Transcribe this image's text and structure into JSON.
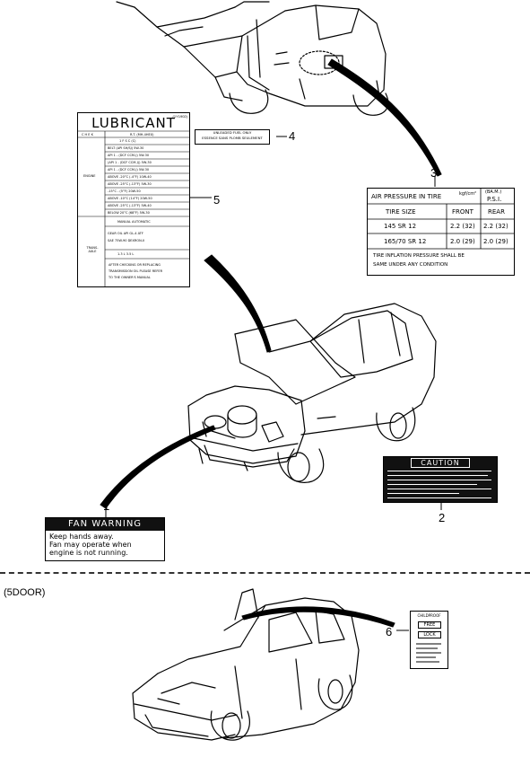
{
  "callouts": {
    "c1": "1",
    "c2": "2",
    "c3": "3",
    "c4": "4",
    "c5": "5",
    "c6": "6"
  },
  "section_label": "(5DOOR)",
  "lubricant_label": {
    "title": "LUBRICANT",
    "code": "(1Y1902)",
    "header_left": "C H E K",
    "header_right": "R.T.  (MH-4HEX)",
    "engine_label": "ENGINE",
    "trans_label": "TRANS- AXLE",
    "rows": [
      "1  F  S  C  (C)",
      "BELT  (API  SH/SJ)       5W-30",
      "API  1  -  (DCF  CCM-J)   5W-30",
      "(API  1  -  (DCF  CCM-J))  5W-30",
      "API  1  -  (DCF  CCM-J)  5W-30",
      "ABOVE  -20°C  (-4°F)      10W-40",
      "ABOVE  -25°C  (-13°F)    5W-30",
      "-15°C  -  (5°F)          20W-50",
      "ABOVE  -10°C  (14°F)     20W-50",
      "ABOVE  -25°C  (-13°F)    5W-40",
      "BELOW  20°C  (68°F)      5W-30",
      "MANUAL           AUTOMATIC",
      "GEAR  OIL  API  GL-4     ATF",
      "SAE  75W-90      DEXRON-II",
      "1.3  L           3.5  L",
      "AFTER  CHECKING  OR  REPLACING",
      "TRANSMISSION  OIL  PLEASE  REFER",
      "TO  THE  OWNER'S  MANUAL"
    ]
  },
  "fuel_label": {
    "line1": "UNLEADED FUEL ONLY",
    "line2": "ESSENCE SANS PLOMB SEULEMENT"
  },
  "air_pressure_label": {
    "title": "AIR  PRESSURE   IN  TIRE",
    "unit_top": "kgf/cm²",
    "unit_right": "(BA.M.)",
    "unit_psi": "P.S.I.",
    "col_size": "TIRE   SIZE",
    "col_front": "FRONT",
    "col_rear": "REAR",
    "row1_size": "145   SR  12",
    "row1_front": "2.2 (32)",
    "row1_rear": "2.2 (32)",
    "row2_size": "165/70  SR 12",
    "row2_front": "2.0 (29)",
    "row2_rear": "2.0 (29)",
    "footer1": "TIRE  INFLATION   PRESSURE   SHALL   BE",
    "footer2": "SAME    UNDER    ANY   CONDITION"
  },
  "fan_warning_label": {
    "title": "FAN  WARNING",
    "line1": "Keep  hands  away.",
    "line2": "Fan  may  operate  when",
    "line3": "engine  is  not  running."
  },
  "caution_label": {
    "title": "CAUTION"
  },
  "childproof_label": {
    "title": "CHILDPROOF",
    "free": "FREE",
    "lock": "LOCK"
  }
}
